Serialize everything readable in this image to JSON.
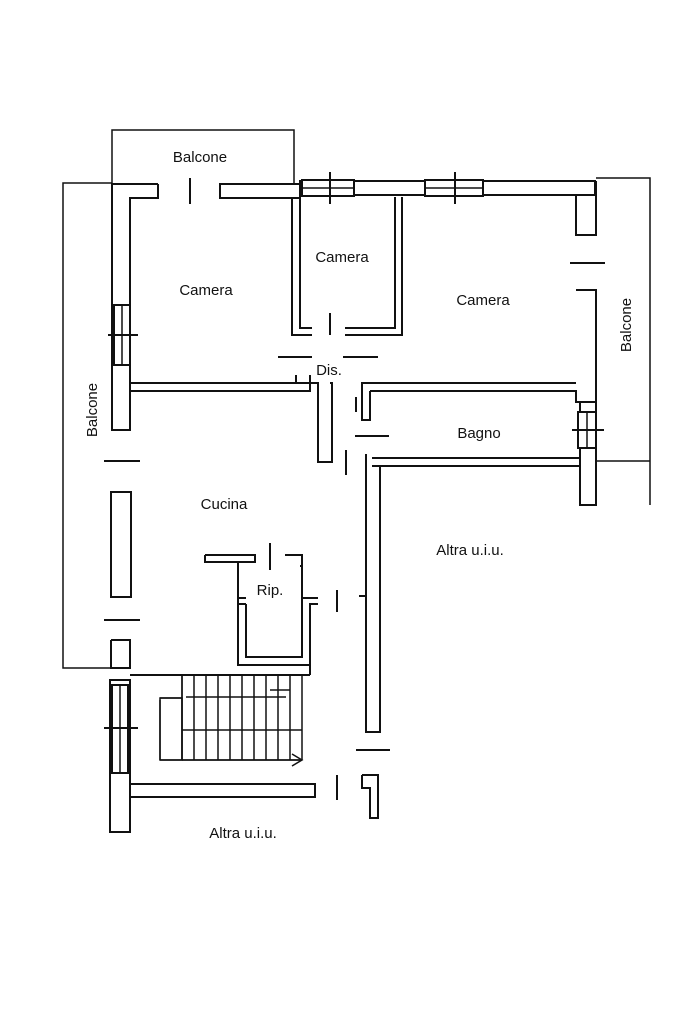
{
  "labels": {
    "balcone_top": "Balcone",
    "balcone_left": "Balcone",
    "balcone_right": "Balcone",
    "camera_left": "Camera",
    "camera_middle": "Camera",
    "camera_right": "Camera",
    "dis": "Dis.",
    "bagno": "Bagno",
    "cucina": "Cucina",
    "rip": "Rip.",
    "altra_right": "Altra u.i.u.",
    "altra_bottom": "Altra u.i.u."
  }
}
